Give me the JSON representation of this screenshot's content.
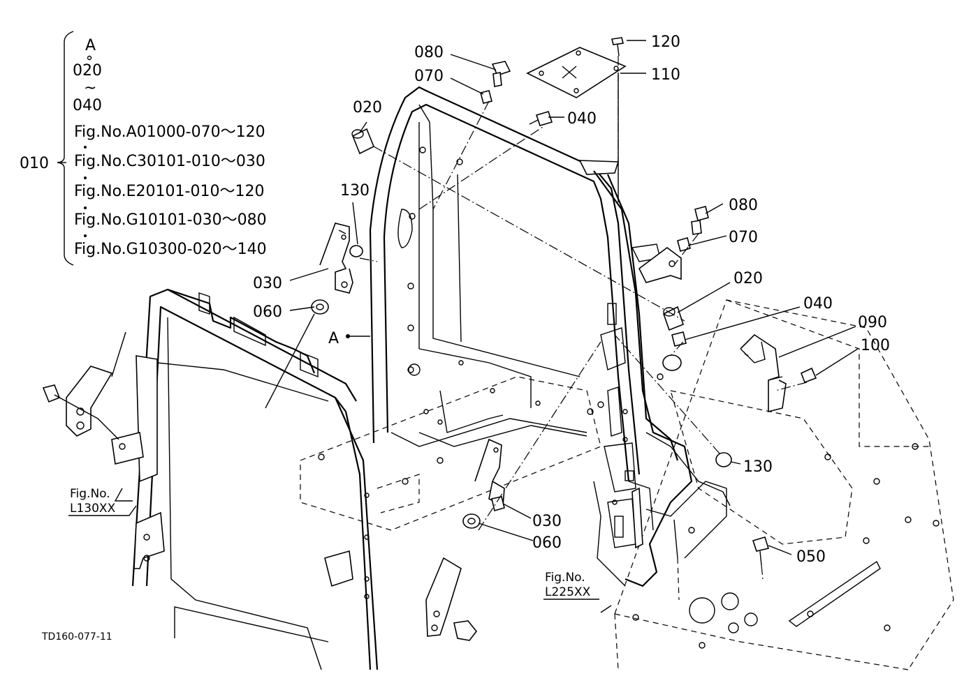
{
  "drawing_code": "TD160-077-11",
  "assembly": {
    "callout": "010",
    "items": [
      "A",
      "020",
      "~",
      "040"
    ],
    "references": [
      "Fig.No.A01000-070～120",
      "Fig.No.C30101-010～030",
      "Fig.No.E20101-010～120",
      "Fig.No.G10101-030～080",
      "Fig.No.G10300-020～140"
    ]
  },
  "marker_a": "A",
  "fig_refs": {
    "left": {
      "line1": "Fig.No.",
      "line2": "L130XX"
    },
    "right": {
      "line1": "Fig.No.",
      "line2": "L225XX"
    }
  },
  "callouts": {
    "c120": "120",
    "c110": "110",
    "c080_top": "080",
    "c070_top": "070",
    "c020_top": "020",
    "c040_top": "040",
    "c130_left": "130",
    "c030_left": "030",
    "c060_left": "060",
    "c080_right": "080",
    "c070_right": "070",
    "c020_right": "020",
    "c040_right": "040",
    "c090": "090",
    "c100": "100",
    "c130_right": "130",
    "c030_bottom": "030",
    "c060_bottom": "060",
    "c050": "050"
  }
}
